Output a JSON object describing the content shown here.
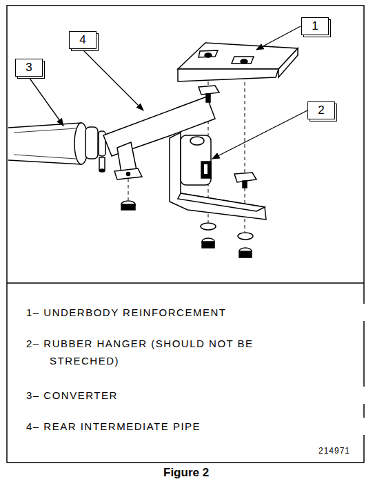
{
  "diagram": {
    "caption": "Figure 2",
    "nodes": [
      {
        "text": [
          "1"
        ]
      },
      {
        "text": [
          "4"
        ]
      },
      {
        "text": [
          "3"
        ]
      },
      {
        "text": [
          "2"
        ]
      }
    ],
    "labels": [
      "1– UNDERBODY REINFORCEMENT",
      "2– RUBBER HANGER (SHOULD NOT BE STRECHED)",
      "3– CONVERTER",
      "4– REAR INTERMEDIATE PIPE",
      "214971"
    ]
  }
}
